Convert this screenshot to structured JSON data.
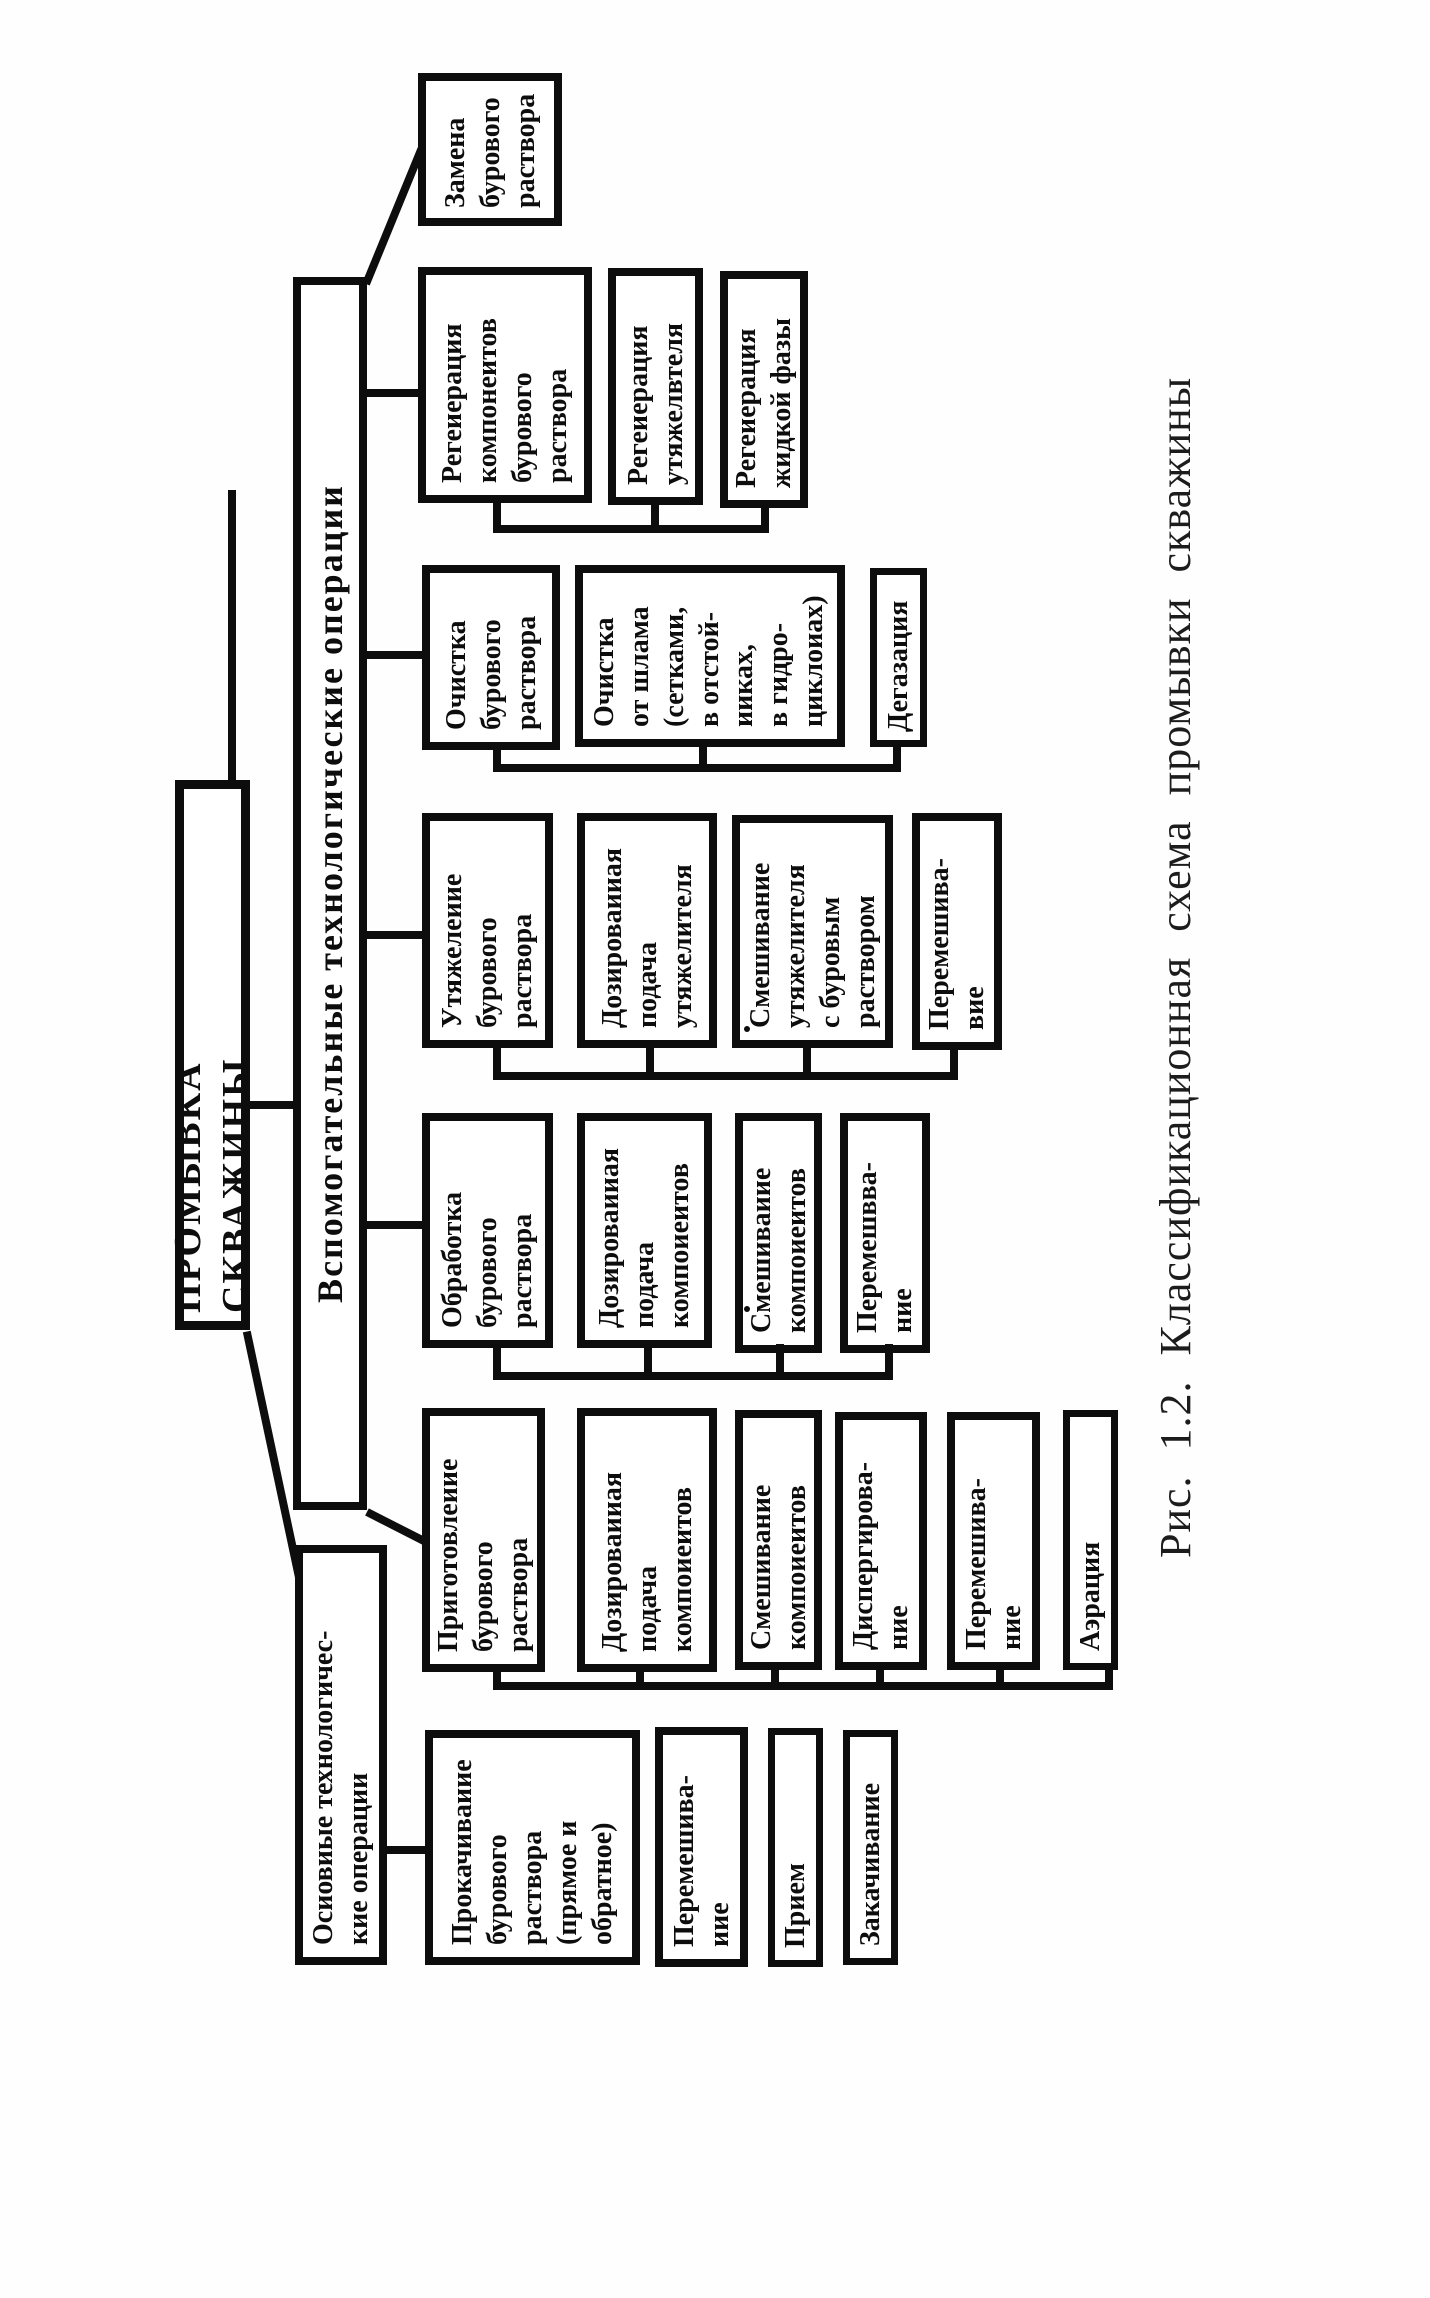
{
  "figure": {
    "caption": "Рис. 1.2. Классификационная схема промывки скважины"
  },
  "nodes": {
    "root": "ПРОМЫВКА СКВАЖИНЫ",
    "main_ops": "Осиовиые технологичес-\nкие операции",
    "aux_ops": "Вспомогательные технологические операции",
    "prokach": "Прокачиваиие\nбурового\nраствора\n(прямое и\nобратное)",
    "peremesh_osn": "Перемешива-\nиие",
    "priem": "Прием",
    "zakach": "Закачивание",
    "prigot": "Приготовлеиие\nбурового\nраствора",
    "dozir_prig": "Дозироваииая\nподача\nкомпоиеитов",
    "smesh_prig": "Смешивание\nкомпоиеитов",
    "disperg": "Диспергирова-\nние",
    "peremesh_prig": "Перемешива-\nние",
    "aeraciya": "Аэрация",
    "obrab": "Обработка\nбурового\nраствора",
    "dozir_obr": "Дозироваииая\nподача\nкомпоиеитов",
    "smesh_obr": "Смешиваиие\nкомпоиеитов",
    "peremesh_obr": "Перемешвва-\nние",
    "utyazh": "Утяжелеиие\nбурового\nраствора",
    "dozir_ut": "Дозироваииая\nподача\nутяжелителя",
    "smesh_ut": "Смешивание\nутяжелителя\nс буровым\nраствором",
    "peremesh_ut": "Перемешива-\nвие",
    "ochistka": "Очистка\nбурового\nраствора",
    "ochist_shlam": "Очистка\nот шлама\n(сетками,\nв отстой-\nииках,\nв гидро-\nциклоиах)",
    "degaz": "Дегазация",
    "regen": "Регеиерация\nкомпонеитов\nбурового\nраствора",
    "regen_ut": "Регеиерация\nутяжелвтеля",
    "regen_zhid": "Регеиерация\nжидкой фазы",
    "zamena": "Замена\nбурового\nраствора"
  },
  "hierarchy": {
    "root": [
      "main_ops",
      "aux_ops"
    ],
    "main_ops": [
      "prokach"
    ],
    "prokach": [
      "peremesh_osn",
      "priem",
      "zakach"
    ],
    "aux_ops": [
      "prigot",
      "obrab",
      "utyazh",
      "ochistka",
      "regen",
      "zamena"
    ],
    "prigot": [
      "dozir_prig",
      "smesh_prig",
      "disperg",
      "peremesh_prig",
      "aeraciya"
    ],
    "obrab": [
      "dozir_obr",
      "smesh_obr",
      "peremesh_obr"
    ],
    "utyazh": [
      "dozir_ut",
      "smesh_ut",
      "peremesh_ut"
    ],
    "ochistka": [
      "ochist_shlam",
      "degaz"
    ],
    "regen": [
      "regen_ut",
      "regen_zhid"
    ]
  },
  "colors": {
    "ink": "#0d0d0d",
    "paper": "#fefefe"
  }
}
